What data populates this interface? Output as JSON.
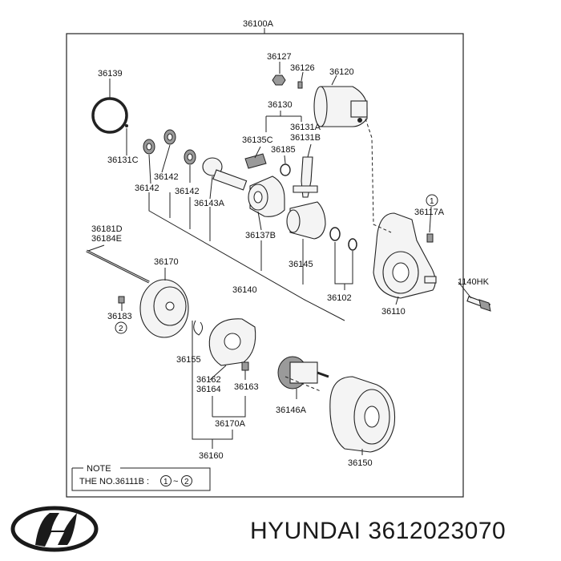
{
  "diagram": {
    "assembly_label": "36100A",
    "labels": {
      "p36127": "36127",
      "p36126": "36126",
      "p36120": "36120",
      "p36139": "36139",
      "p36131C": "36131C",
      "p36130": "36130",
      "p36135C": "36135C",
      "p36131A": "36131A",
      "p36131B": "36131B",
      "p36185": "36185",
      "p36142a": "36142",
      "p36142b": "36142",
      "p36142c": "36142",
      "p36143A": "36143A",
      "p36137B": "36137B",
      "p36117A": "36117A",
      "p36181D": "36181D",
      "p36184E": "36184E",
      "p36170": "36170",
      "p36145": "36145",
      "p1140HK": "1140HK",
      "p36140": "36140",
      "p36102": "36102",
      "p36183": "36183",
      "p36110": "36110",
      "p36155": "36155",
      "p36162": "36162",
      "p36164": "36164",
      "p36163": "36163",
      "p36146A": "36146A",
      "p36170A": "36170A",
      "p36150": "36150",
      "p36160": "36160"
    },
    "circled": {
      "c1_top": "1",
      "c2_left": "2"
    },
    "note": {
      "title": "NOTE",
      "line_prefix": "THE NO.36111B :",
      "circle_a": "1",
      "tilde": "~",
      "circle_b": "2"
    }
  },
  "footer": {
    "brand_text": "HYUNDAI 3612023070",
    "logo_icon": "hyundai-logo-icon"
  }
}
